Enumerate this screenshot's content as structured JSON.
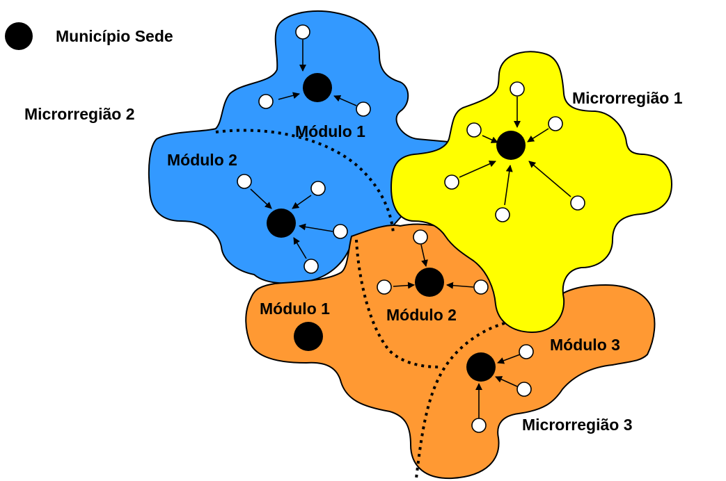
{
  "legend": {
    "seat_label": "Município Sede"
  },
  "regions": [
    {
      "id": "micro1",
      "label": "Microrregião 1",
      "color": "#ffff00"
    },
    {
      "id": "micro2",
      "label": "Microrregião 2",
      "color": "#3399ff"
    },
    {
      "id": "micro3",
      "label": "Microrregião 3",
      "color": "#ff9933"
    }
  ],
  "modules": {
    "micro2_mod1": "Módulo 1",
    "micro2_mod2": "Módulo 2",
    "micro3_mod1": "Módulo 1",
    "micro3_mod2": "Módulo 2",
    "micro3_mod3": "Módulo 3"
  },
  "colors": {
    "seat": "#000000",
    "satellite": "#ffffff",
    "outline": "#000000"
  }
}
